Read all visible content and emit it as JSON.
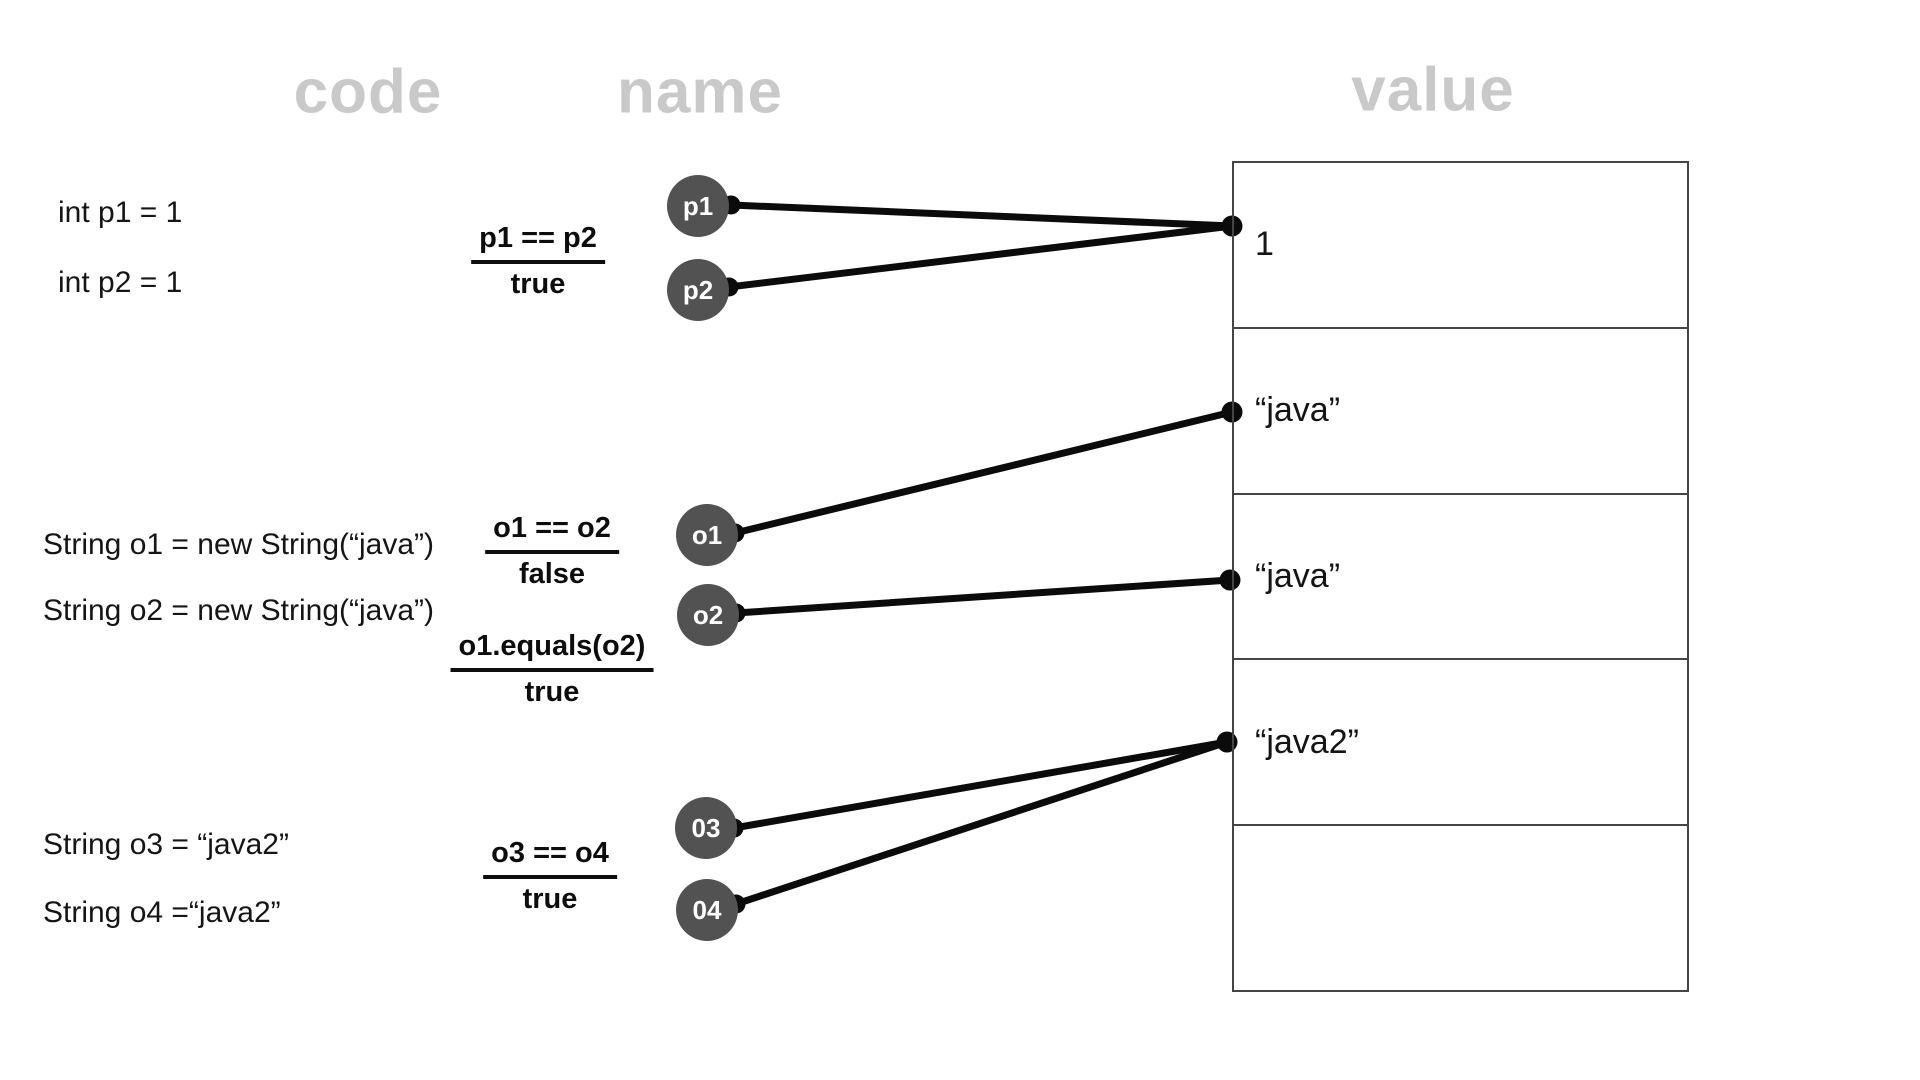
{
  "headers": {
    "code": "code",
    "name": "name",
    "value": "value"
  },
  "code_lines": [
    "int p1 = 1",
    "int p2 = 1",
    "String o1 = new String(“java”)",
    "String o2 = new String(“java”)",
    "String o3 = “java2”",
    "String o4 =“java2”"
  ],
  "comparisons": [
    {
      "expression": "p1 == p2",
      "result": "true"
    },
    {
      "expression": "o1 == o2",
      "result": "false"
    },
    {
      "expression": "o1.equals(o2)",
      "result": "true"
    },
    {
      "expression": "o3 == o4",
      "result": "true"
    }
  ],
  "name_circles": [
    "p1",
    "p2",
    "o1",
    "o2",
    "03",
    "04"
  ],
  "value_cells": [
    "1",
    "“java”",
    "“java”",
    "“java2”",
    ""
  ],
  "references": [
    {
      "name": "p1",
      "value_row": 1
    },
    {
      "name": "p2",
      "value_row": 1
    },
    {
      "name": "o1",
      "value_row": 2
    },
    {
      "name": "o2",
      "value_row": 3
    },
    {
      "name": "03",
      "value_row": 4
    },
    {
      "name": "04",
      "value_row": 4
    }
  ],
  "colors": {
    "circle_fill": "#525252",
    "header_gray": "#c9c9c9",
    "line_black": "#0b0b0b",
    "table_border": "#454545",
    "text": "#141414"
  }
}
